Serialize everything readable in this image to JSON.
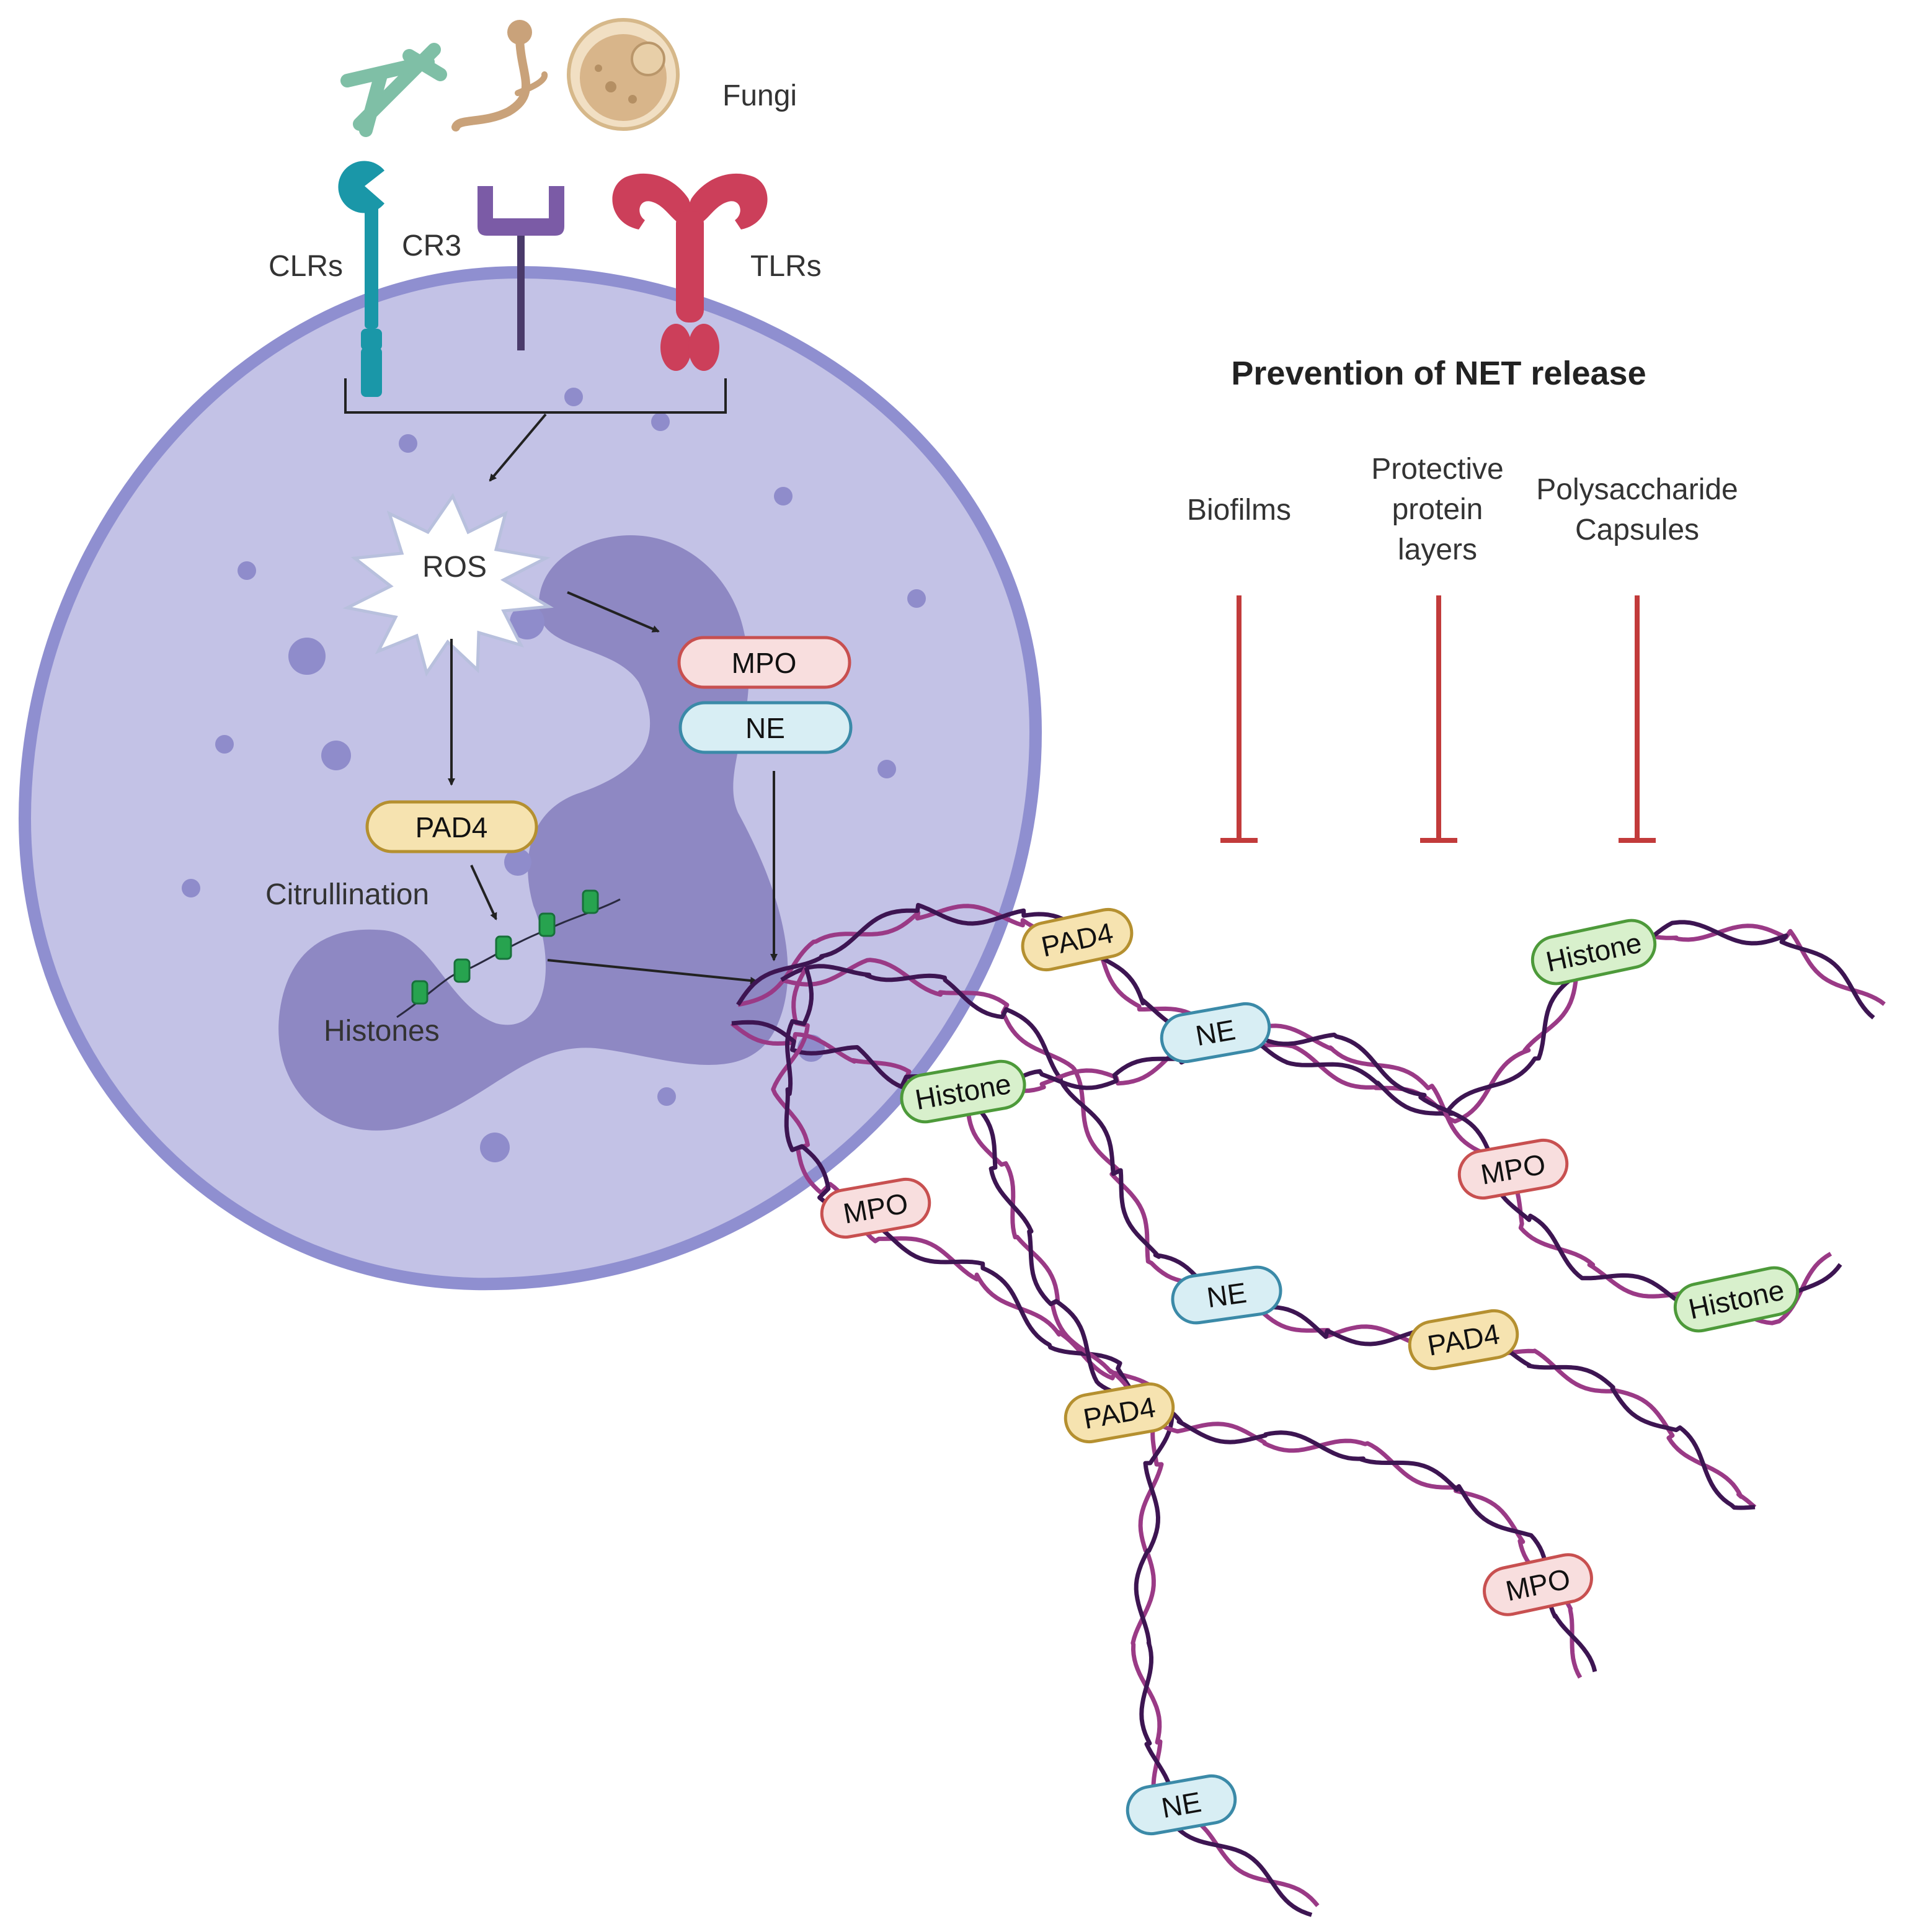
{
  "labels": {
    "fungi": "Fungi",
    "clrs": "CLRs",
    "cr3": "CR3",
    "tlrs": "TLRs",
    "ros": "ROS",
    "mpo": "MPO",
    "ne": "NE",
    "pad4": "PAD4",
    "citrullination": "Citrullination",
    "histones": "Histones"
  },
  "prevention": {
    "title": "Prevention of NET release",
    "items": [
      {
        "lines": [
          "Biofilms"
        ]
      },
      {
        "lines": [
          "Protective",
          "protein",
          "layers"
        ]
      },
      {
        "lines": [
          "Polysaccharide",
          "Capsules"
        ]
      }
    ]
  },
  "net_proteins": [
    {
      "text": "PAD4",
      "type": "pad4"
    },
    {
      "text": "NE",
      "type": "ne"
    },
    {
      "text": "Histone",
      "type": "histone"
    },
    {
      "text": "MPO",
      "type": "mpo"
    },
    {
      "text": "Histone",
      "type": "histone"
    },
    {
      "text": "MPO",
      "type": "mpo"
    },
    {
      "text": "NE",
      "type": "ne"
    },
    {
      "text": "Histone",
      "type": "histone"
    },
    {
      "text": "PAD4",
      "type": "pad4"
    },
    {
      "text": "PAD4",
      "type": "pad4"
    },
    {
      "text": "MPO",
      "type": "mpo"
    },
    {
      "text": "NE",
      "type": "ne"
    }
  ],
  "colors": {
    "cell_fill": "#c3c2e6",
    "cell_border": "#8f8fd0",
    "nucleus": "#8e88c3",
    "granule": "#8f8ccb",
    "dna_dark": "#3d1552",
    "dna_light": "#9a3a86",
    "inhibitor": "#c23b3b",
    "clr": "#1a97a8",
    "cr3": "#7b5ba6",
    "tlr": "#cc3f5a",
    "mpo_fill": "#f8dede",
    "mpo_border": "#c85050",
    "ne_fill": "#d8eef4",
    "ne_border": "#3b8aa8",
    "pad4_fill": "#f6e3b0",
    "pad4_border": "#b59030",
    "histone_fill": "#d8f0cc",
    "histone_border": "#4d9a3a"
  },
  "icons": [
    "fungal-hyphae-icon",
    "germinating-spore-icon",
    "yeast-cell-icon",
    "nucleosome-icon"
  ]
}
